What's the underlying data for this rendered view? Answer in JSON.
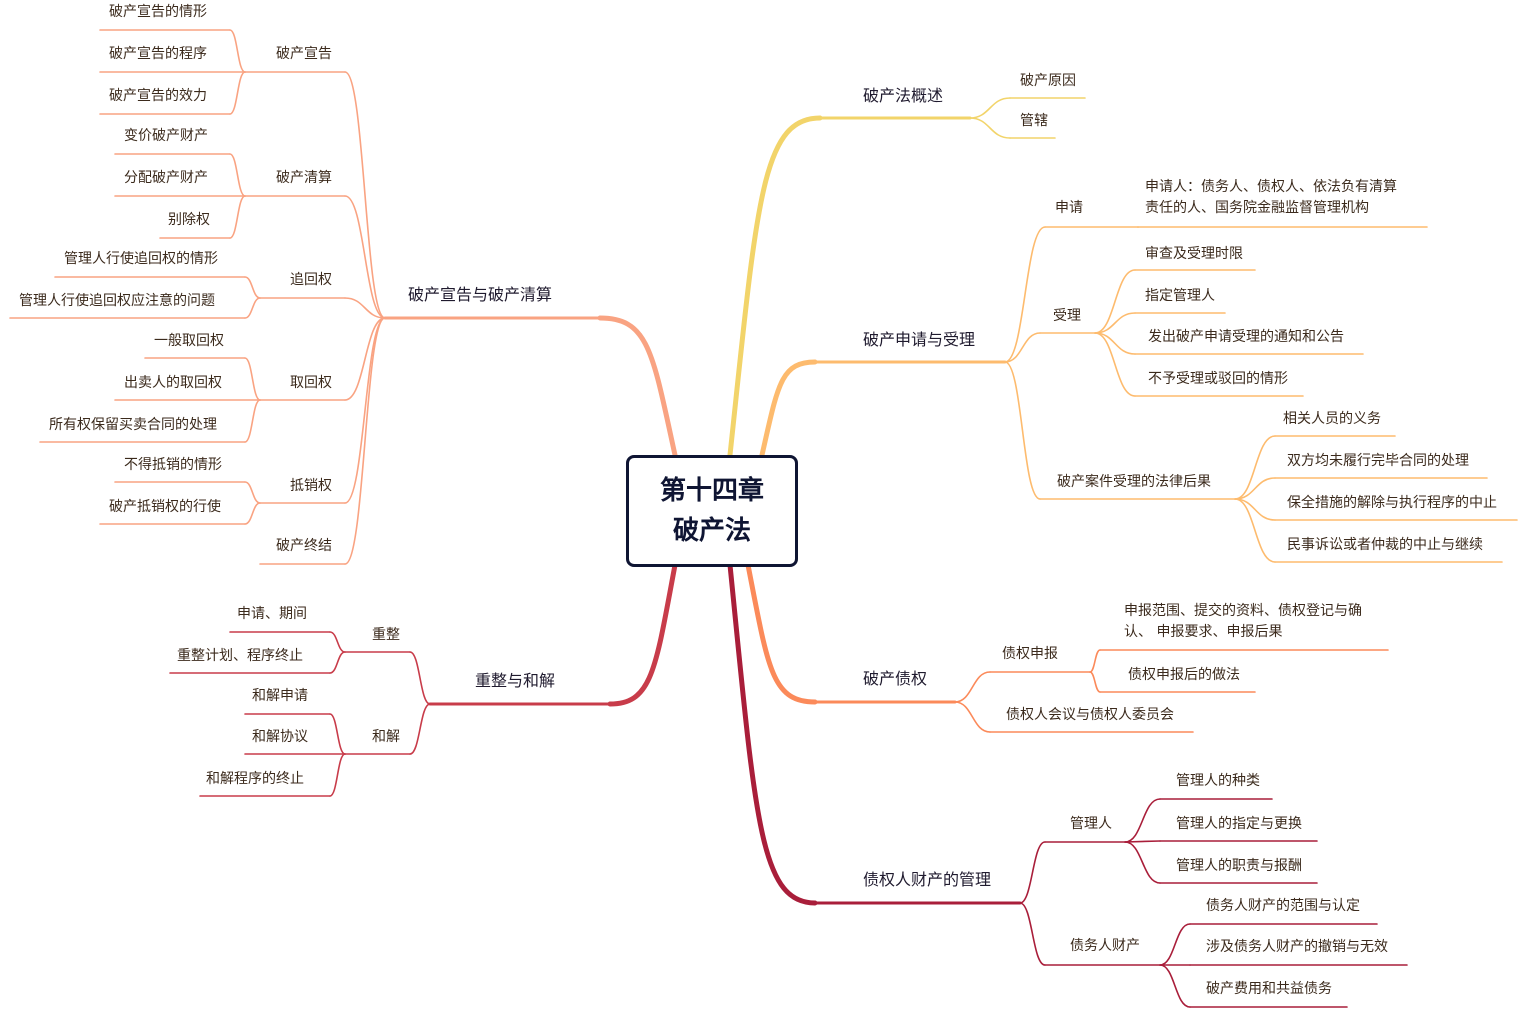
{
  "center": {
    "line1": "第十四章",
    "line2": "破产法"
  },
  "colors": {
    "overview": "#f2d46a",
    "application": "#fdbb6e",
    "claims": "#fb8a5a",
    "property": "#a91e3a",
    "reorg": "#c83c4a",
    "declaration": "#f9a382",
    "text": "#3b2a1c",
    "center_border": "#0f1533"
  },
  "labels": {
    "overview": "破产法概述",
    "ov_reason": "破产原因",
    "ov_juris": "管辖",
    "app": "破产申请与受理",
    "app_apply": "申请",
    "app_apply_who": "申请人：债务人、债权人、依法负有清算\n责任的人、国务院金融监督管理机构",
    "app_accept": "受理",
    "acc_review": "审查及受理时限",
    "acc_admin": "指定管理人",
    "acc_notice": "发出破产申请受理的通知和公告",
    "acc_reject": "不予受理或驳回的情形",
    "app_effect": "破产案件受理的法律后果",
    "eff_duty": "相关人员的义务",
    "eff_contract": "双方均未履行完毕合同的处理",
    "eff_preserve": "保全措施的解除与执行程序的中止",
    "eff_suit": "民事诉讼或者仲裁的中止与继续",
    "claims": "破产债权",
    "cl_declare": "债权申报",
    "cl_scope": "申报范围、提交的资料、债权登记与确\n认、 申报要求、申报后果",
    "cl_after": "债权申报后的做法",
    "cl_meeting": "债权人会议与债权人委员会",
    "prop": "债权人财产的管理",
    "pr_admin": "管理人",
    "adm_type": "管理人的种类",
    "adm_appoint": "管理人的指定与更换",
    "adm_duty": "管理人的职责与报酬",
    "pr_debtor": "债务人财产",
    "deb_scope": "债务人财产的范围与认定",
    "deb_revoke": "涉及债务人财产的撤销与无效",
    "deb_cost": "破产费用和共益债务",
    "decl": "破产宣告与破产清算",
    "d_decl": "破产宣告",
    "dd_case": "破产宣告的情形",
    "dd_proc": "破产宣告的程序",
    "dd_eff": "破产宣告的效力",
    "d_liq": "破产清算",
    "dl_sell": "变价破产财产",
    "dl_dist": "分配破产财产",
    "dl_excl": "别除权",
    "d_recover": "追回权",
    "dr_case": "管理人行使追回权的情形",
    "dr_note": "管理人行使追回权应注意的问题",
    "d_retrieve": "取回权",
    "dt_general": "一般取回权",
    "dt_seller": "出卖人的取回权",
    "dt_reserve": "所有权保留买卖合同的处理",
    "d_offset": "抵销权",
    "do_no": "不得抵销的情形",
    "do_use": "破产抵销权的行使",
    "d_end": "破产终结",
    "reorg": "重整与和解",
    "r_reorg": "重整",
    "rr_apply": "申请、期间",
    "rr_plan": "重整计划、程序终止",
    "r_settle": "和解",
    "rs_apply": "和解申请",
    "rs_agree": "和解协议",
    "rs_end": "和解程序的终止"
  }
}
